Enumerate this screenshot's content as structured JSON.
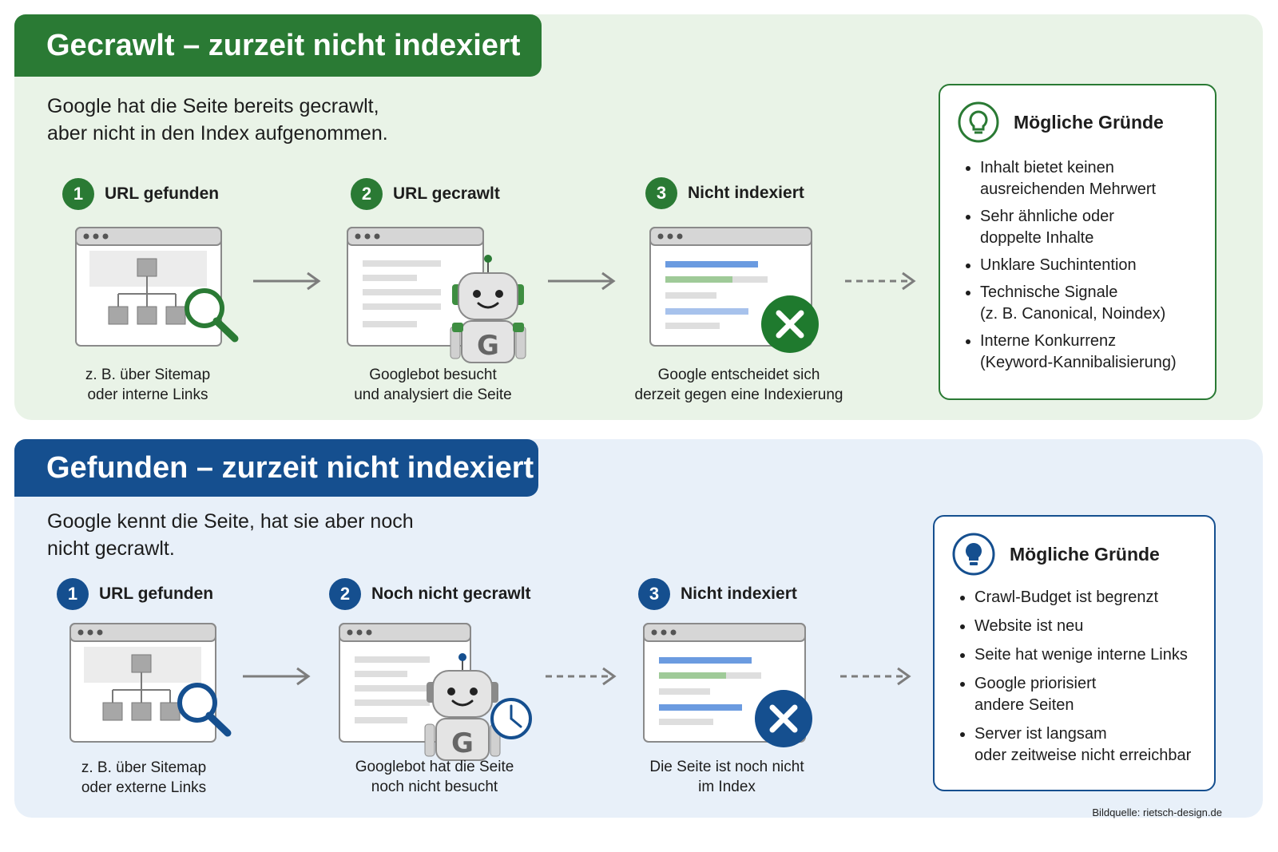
{
  "colors": {
    "green": "#2a7a34",
    "blue": "#154f8f",
    "robot_accent_green": "#3e8e41",
    "x_green": "#1f7a2e",
    "x_blue": "#154f8f"
  },
  "crawled": {
    "title": "Gecrawlt – zurzeit nicht indexiert",
    "subtitle": "Google hat die Seite bereits gecrawlt,\naber nicht in den Index aufgenommen.",
    "steps": [
      {
        "num": "1",
        "label": "URL gefunden",
        "caption": "z. B. über Sitemap\noder interne Links",
        "icon": "sitemap-search-icon"
      },
      {
        "num": "2",
        "label": "URL gecrawlt",
        "caption": "Googlebot besucht\nund analysiert die Seite",
        "icon": "googlebot-icon"
      },
      {
        "num": "3",
        "label": "Nicht indexiert",
        "caption": "Google entscheidet sich\nderzeit gegen eine Indexierung",
        "icon": "not-indexed-x-icon"
      }
    ],
    "reasons": {
      "title": "Mögliche Gründe",
      "icon": "lightbulb-icon",
      "items": [
        "Inhalt bietet keinen\nausreichenden Mehrwert",
        "Sehr ähnliche oder\ndoppelte Inhalte",
        "Unklare Suchintention",
        "Technische Signale\n(z. B. Canonical, Noindex)",
        "Interne Konkurrenz\n(Keyword-Kannibalisierung)"
      ]
    }
  },
  "discovered": {
    "title": "Gefunden – zurzeit nicht indexiert",
    "subtitle": "Google kennt die Seite, hat sie aber noch\nnicht gecrawlt.",
    "steps": [
      {
        "num": "1",
        "label": "URL gefunden",
        "caption": "z. B. über Sitemap\noder externe Links",
        "icon": "sitemap-search-icon"
      },
      {
        "num": "2",
        "label": "Noch nicht gecrawlt",
        "caption": "Googlebot hat die Seite\nnoch nicht besucht",
        "icon": "googlebot-clock-icon"
      },
      {
        "num": "3",
        "label": "Nicht indexiert",
        "caption": "Die Seite ist noch nicht\nim Index",
        "icon": "not-indexed-x-icon"
      }
    ],
    "reasons": {
      "title": "Mögliche Gründe",
      "icon": "lightbulb-icon",
      "items": [
        "Crawl-Budget ist begrenzt",
        "Website ist neu",
        "Seite hat wenige interne Links",
        "Google priorisiert\nandere Seiten",
        "Server ist langsam\noder zeitweise nicht erreichbar"
      ]
    }
  },
  "credit": "Bildquelle: rietsch-design.de"
}
